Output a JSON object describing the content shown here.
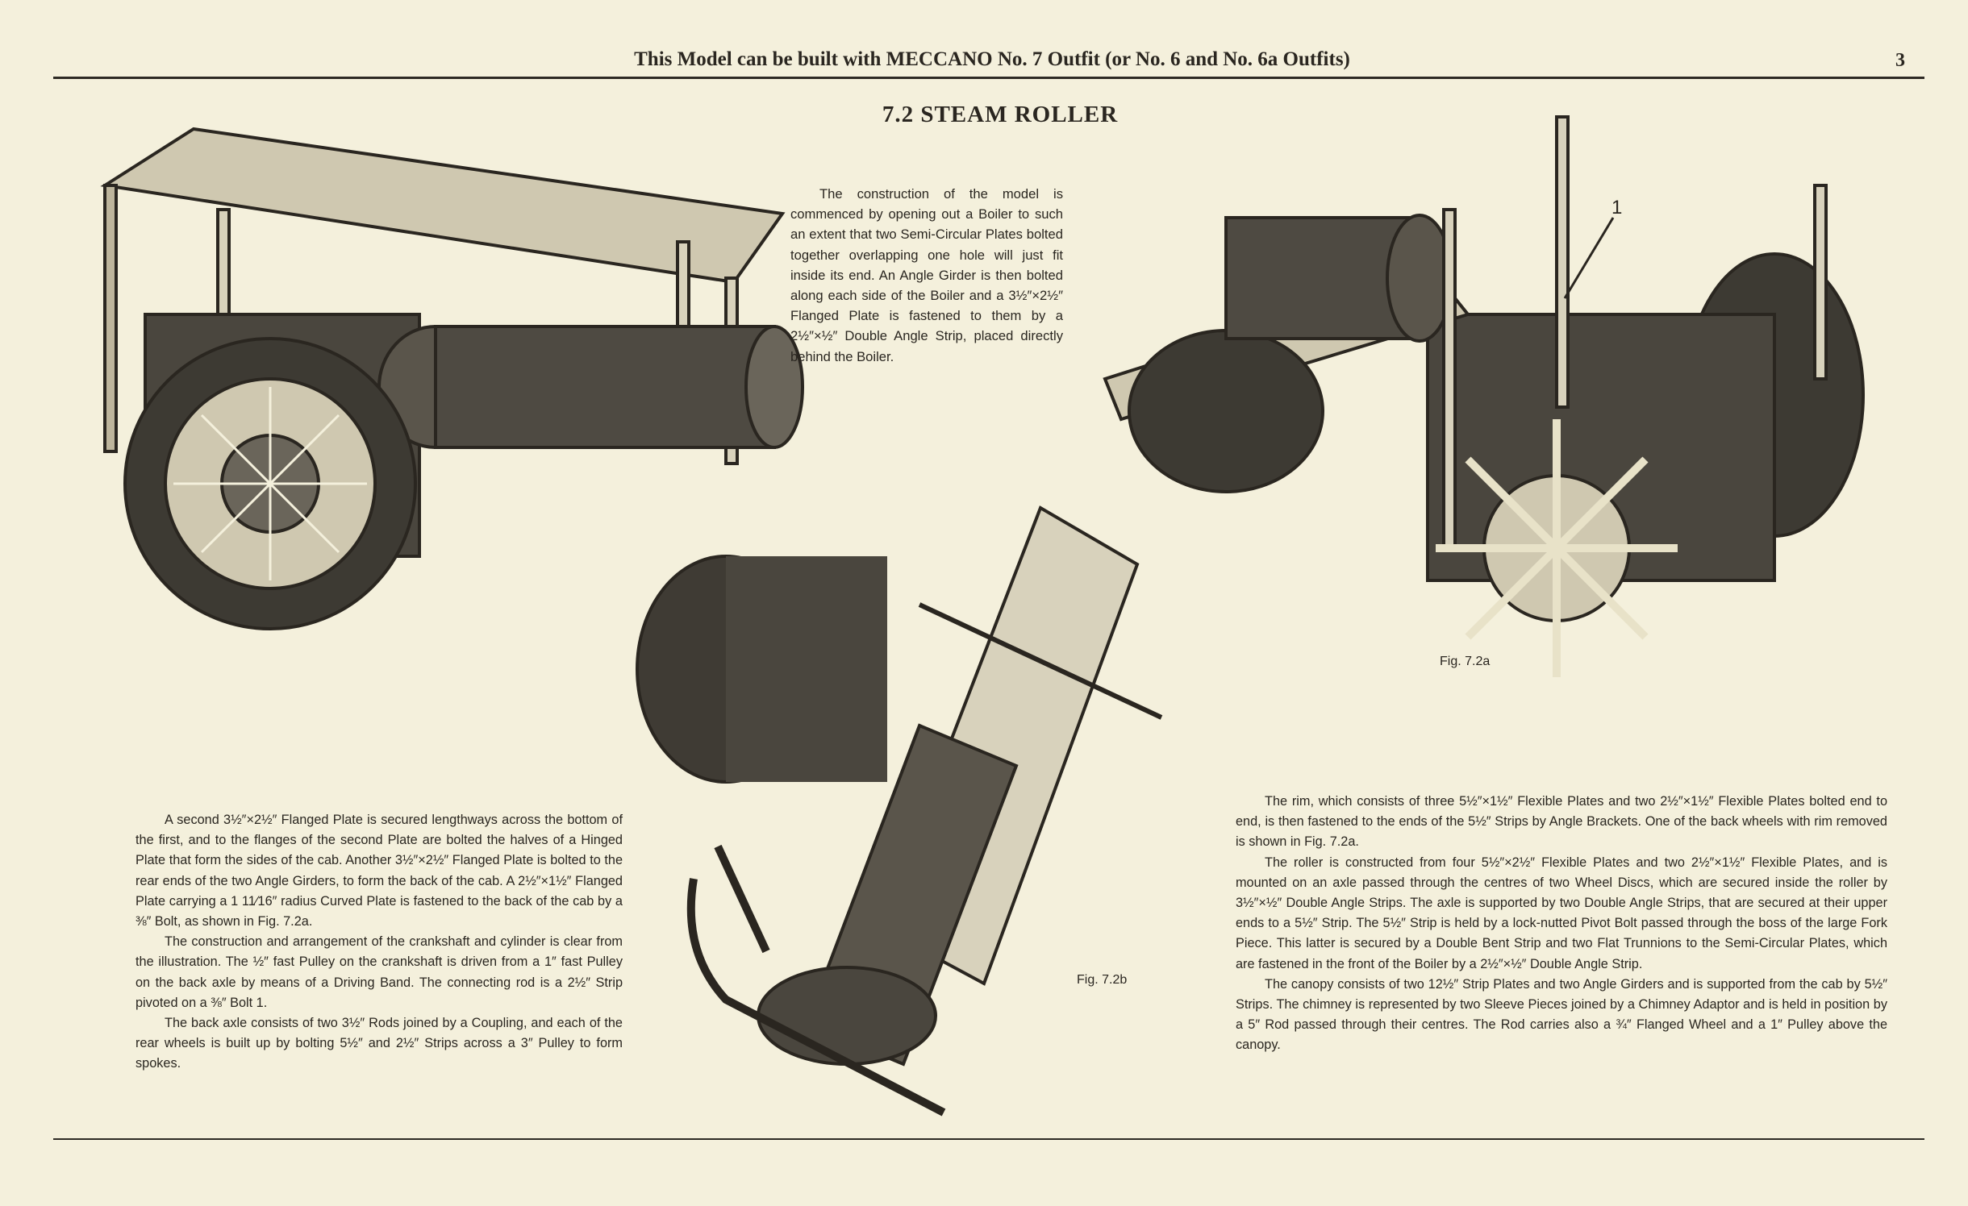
{
  "header": {
    "text": "This Model can be built with MECCANO No. 7 Outfit (or No. 6 and No. 6a Outfits)",
    "page_number": "3"
  },
  "title": "7.2  STEAM ROLLER",
  "intro": "The construction of the model is commenced by opening out a Boiler to such an extent that two Semi-Circular Plates bolted together overlapping one hole will just fit inside its end. An Angle Girder is then bolted along each side of the Boiler and a 3½″×2½″ Flanged Plate is fastened to them by a 2½″×½″ Double Angle Strip, placed directly behind the Boiler.",
  "left_paragraphs": [
    "A second 3½″×2½″ Flanged Plate is secured lengthways across the bottom of the first, and to the flanges of the second Plate are bolted the halves of a Hinged Plate that form the sides of the cab. Another 3½″×2½″ Flanged Plate is bolted to the rear ends of the two Angle Girders, to form the back of the cab. A 2½″×1½″ Flanged Plate carrying a 1 11⁄16″ radius Curved Plate is fastened to the back of the cab by a ⅜″ Bolt, as shown in Fig. 7.2a.",
    "The construction and arrangement of the crankshaft and cylinder is clear from the illustration. The ½″ fast Pulley on the crankshaft is driven from a 1″ fast Pulley on the back axle by means of a Driving Band. The connecting rod is a 2½″ Strip pivoted on a ⅜″ Bolt 1.",
    "The back axle consists of two 3½″ Rods joined by a Coupling, and each of the rear wheels is built up by bolting 5½″ and 2½″ Strips across a 3″ Pulley to form spokes."
  ],
  "right_paragraphs": [
    "The rim, which consists of three 5½″×1½″ Flexible Plates and two 2½″×1½″ Flexible Plates bolted end to end, is then fastened to the ends of the 5½″ Strips by Angle Brackets. One of the back wheels with rim removed is shown in Fig. 7.2a.",
    "The roller is constructed from four 5½″×2½″ Flexible Plates and two 2½″×1½″ Flexible Plates, and is mounted on an axle passed through the centres of two Wheel Discs, which are secured inside the roller by 3½″×½″ Double Angle Strips. The axle is supported by two Double Angle Strips, that are secured at their upper ends to a 5½″ Strip. The 5½″ Strip is held by a lock-nutted Pivot Bolt passed through the boss of the large Fork Piece. This latter is secured by a Double Bent Strip and two Flat Trunnions to the Semi-Circular Plates, which are fastened in the front of the Boiler by a 2½″×½″ Double Angle Strip.",
    "The canopy consists of two 12½″ Strip Plates and two Angle Girders and is supported from the cab by 5½″ Strips. The chimney is represented by two Sleeve Pieces joined by a Chimney Adaptor and is held in position by a 5″ Rod passed through their centres. The Rod carries also a ¾″ Flanged Wheel and a 1″ Pulley above the canopy."
  ],
  "figures": {
    "fig_a": "Fig. 7.2a",
    "fig_b": "Fig. 7.2b",
    "callout": "1"
  }
}
